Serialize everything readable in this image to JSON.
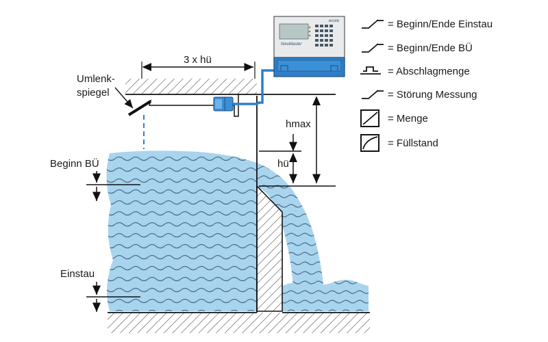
{
  "labels": {
    "dimension_3xhu": "3 x hü",
    "mirror_line1": "Umlenk-",
    "mirror_line2": "spiegel",
    "hmax": "hmax",
    "hu": "hü",
    "beginn_bu": "Beginn BÜ",
    "einstau": "Einstau"
  },
  "device": {
    "brand": "ecore",
    "model": "NivuMaster"
  },
  "legend": [
    {
      "symbol": "relay-on",
      "text": "= Beginn/Ende Einstau"
    },
    {
      "symbol": "relay-on",
      "text": "= Beginn/Ende BÜ"
    },
    {
      "symbol": "pulse",
      "text": "= Abschlagmenge"
    },
    {
      "symbol": "relay-on",
      "text": "= Störung Messung"
    },
    {
      "symbol": "integrator-box",
      "text": "= Menge"
    },
    {
      "symbol": "curve-box",
      "text": "= Füllstand"
    }
  ],
  "colors": {
    "water": "#a8d4ee",
    "wave": "#4a6e8c",
    "device_blue": "#2e7fc7",
    "hatch": "#555555"
  }
}
